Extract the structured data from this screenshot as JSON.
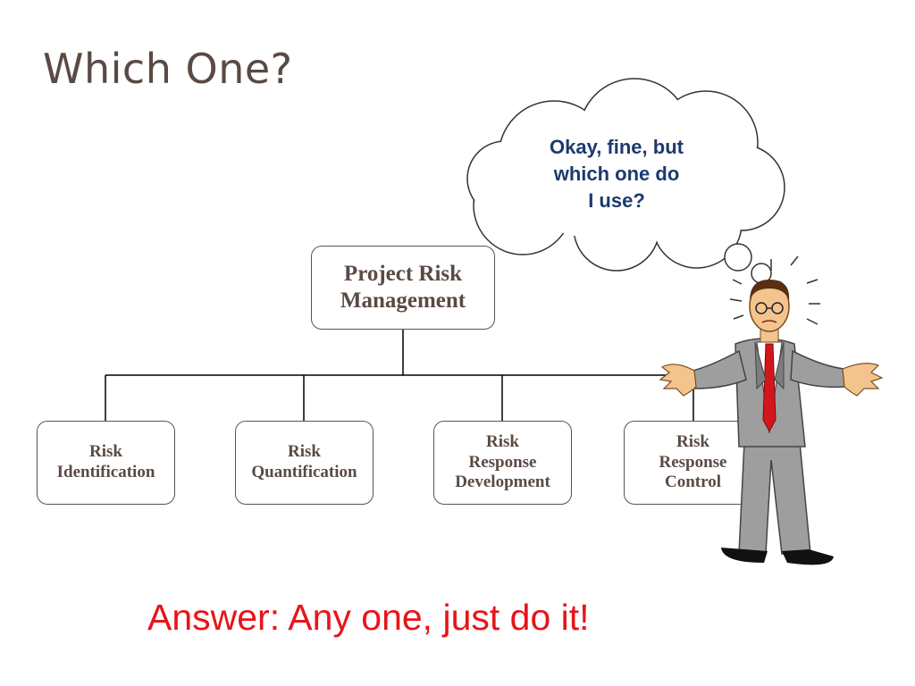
{
  "slide": {
    "title": "Which One?",
    "answer": "Answer: Any one, just do it!"
  },
  "thought_bubble": {
    "text": "Okay, fine, but\nwhich one do\nI use?"
  },
  "diagram": {
    "root": "Project Risk\nManagement",
    "children": [
      "Risk\nIdentification",
      "Risk\nQuantification",
      "Risk\nResponse\nDevelopment",
      "Risk\nResponse\nControl"
    ]
  },
  "colors": {
    "title": "#5a4a44",
    "answer": "#e8141a",
    "bubble_text": "#1c3a6e",
    "box_text": "#5a4a44"
  },
  "illustration": {
    "icon": "confused-businessman-icon"
  }
}
